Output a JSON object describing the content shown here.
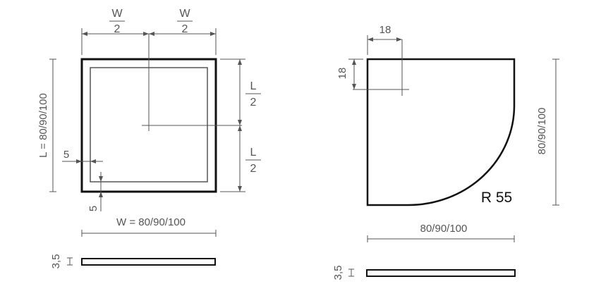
{
  "square_tray": {
    "half_width": {
      "numerator": "W",
      "denominator": "2"
    },
    "half_length": {
      "numerator": "L",
      "denominator": "2"
    },
    "length_label": "L = 80/90/100",
    "width_label": "W = 80/90/100",
    "inner_offset_label": "5",
    "thickness_label": "3,5"
  },
  "quadrant_tray": {
    "offset_label": "18",
    "radius_label": "R 55",
    "height_label": "80/90/100",
    "width_label": "80/90/100",
    "thickness_label": "3,5"
  }
}
